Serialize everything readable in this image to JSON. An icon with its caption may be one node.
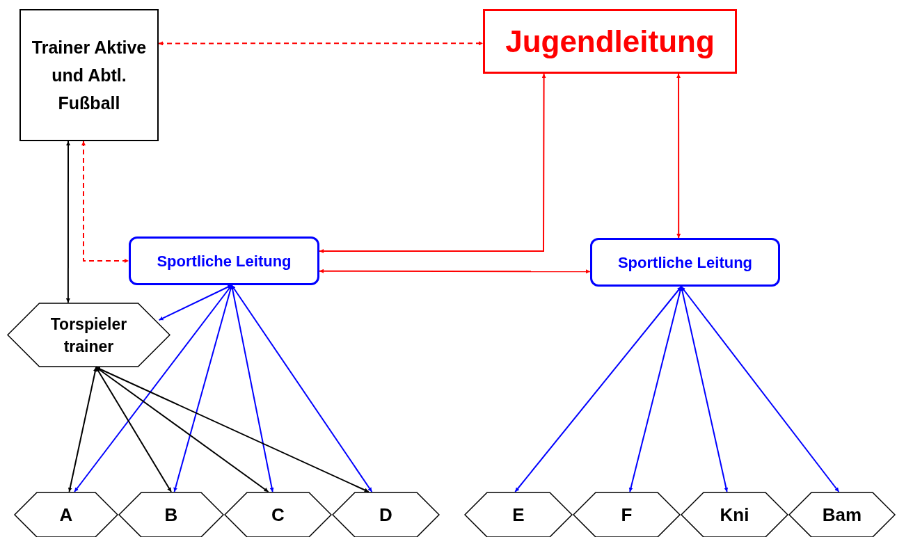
{
  "diagram": {
    "nodes": [
      {
        "text": [
          "Trainer Aktive und Abtl. Fußball"
        ]
      },
      {
        "text": [
          "Jugendleitung"
        ]
      },
      {
        "text": [
          "Sportliche Leitung"
        ]
      },
      {
        "text": [
          "Sportliche Leitung"
        ]
      },
      {
        "text": [
          "Torspieler trainer"
        ]
      },
      {
        "text": [
          "A"
        ]
      },
      {
        "text": [
          "B"
        ]
      },
      {
        "text": [
          "C"
        ]
      },
      {
        "text": [
          "D"
        ]
      },
      {
        "text": [
          "E"
        ]
      },
      {
        "text": [
          "F"
        ]
      },
      {
        "text": [
          "Kni"
        ]
      },
      {
        "text": [
          "Bam"
        ]
      }
    ],
    "edges": [
      {
        "from": 0,
        "to": 1,
        "arrow": "both",
        "style": "dashed",
        "color": "#ff0000"
      },
      {
        "from": 0,
        "to": 2,
        "arrow": "both",
        "style": "dashed",
        "color": "#ff0000"
      },
      {
        "from": 0,
        "to": 4,
        "arrow": "both",
        "color": "#000000"
      },
      {
        "from": 1,
        "to": 2,
        "arrow": "both",
        "color": "#ff0000"
      },
      {
        "from": 1,
        "to": 3,
        "arrow": "both",
        "color": "#ff0000"
      },
      {
        "from": 2,
        "to": 3,
        "arrow": "both",
        "color": "#ff0000"
      },
      {
        "from": 2,
        "to": 4,
        "arrow": "both"
      },
      {
        "from": 2,
        "to": 5,
        "arrow": "both"
      },
      {
        "from": 2,
        "to": 6,
        "arrow": "both"
      },
      {
        "from": 2,
        "to": 7,
        "arrow": "both"
      },
      {
        "from": 2,
        "to": 8,
        "arrow": "both"
      },
      {
        "from": 4,
        "to": 5,
        "arrow": "both",
        "color": "#000000"
      },
      {
        "from": 4,
        "to": 6,
        "arrow": "both",
        "color": "#000000"
      },
      {
        "from": 4,
        "to": 7,
        "arrow": "both",
        "color": "#000000"
      },
      {
        "from": 4,
        "to": 8,
        "arrow": "both",
        "color": "#000000"
      },
      {
        "from": 3,
        "to": 9,
        "arrow": "both"
      },
      {
        "from": 3,
        "to": 10,
        "arrow": "both"
      },
      {
        "from": 3,
        "to": 11,
        "arrow": "both"
      },
      {
        "from": 3,
        "to": 12,
        "arrow": "both"
      }
    ]
  }
}
